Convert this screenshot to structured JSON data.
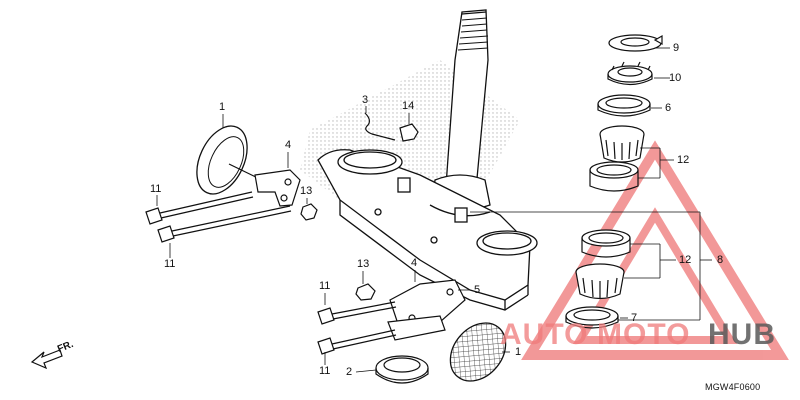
{
  "callouts": {
    "c1_top": "1",
    "c1_bottom": "1",
    "c2": "2",
    "c3": "3",
    "c4_top": "4",
    "c4_bottom": "4",
    "c5": "5",
    "c6": "6",
    "c7": "7",
    "c8": "8",
    "c9": "9",
    "c10": "10",
    "c11_a": "11",
    "c11_b": "11",
    "c11_c": "11",
    "c11_d": "11",
    "c12_top": "12",
    "c12_bottom": "12",
    "c13_top": "13",
    "c13_bottom": "13",
    "c14": "14"
  },
  "direction_label": "FR.",
  "part_code": "MGW4F0600",
  "watermark": {
    "word1": "AUTO",
    "word2": "MOTO",
    "word3": "HUB",
    "accent_color": "#e94545",
    "secondary_color": "#555555"
  }
}
